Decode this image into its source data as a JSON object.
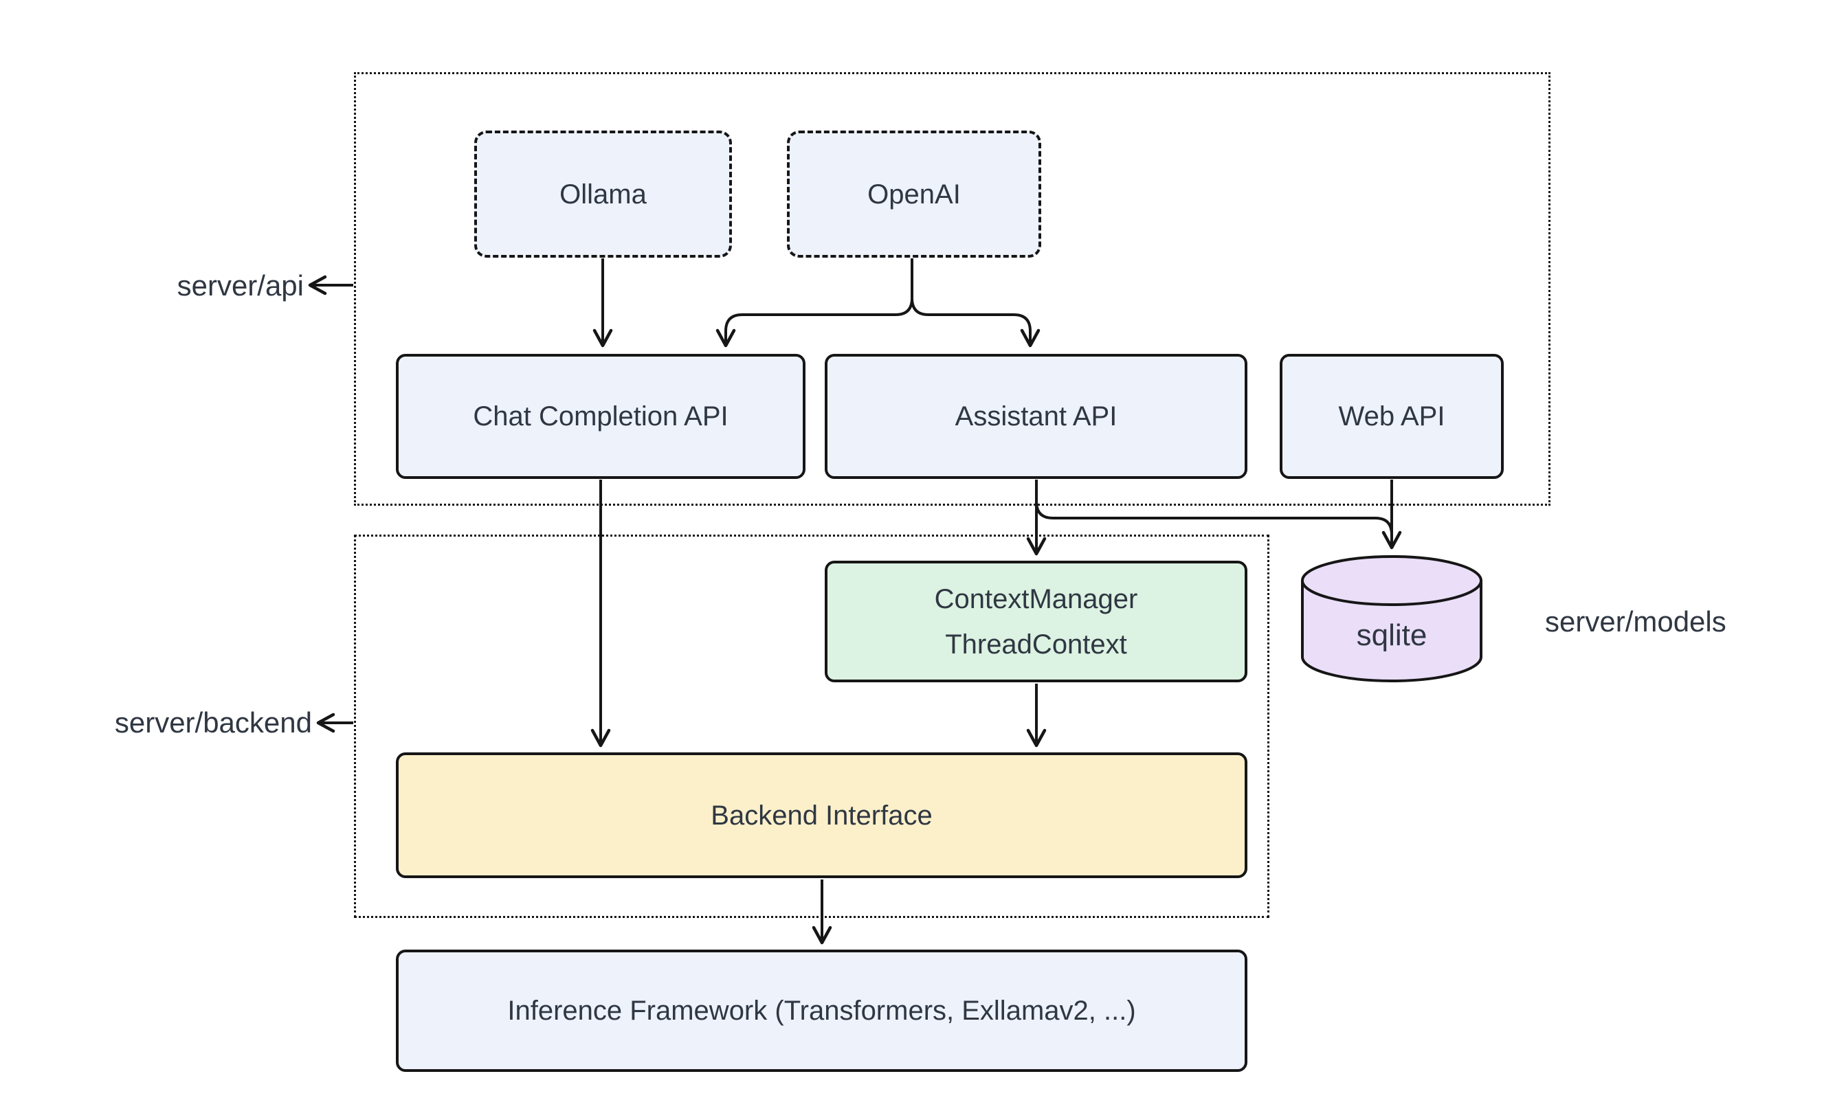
{
  "diagram": {
    "background_color": "#ffffff",
    "colors": {
      "node_fill_blue": "#edf2fb",
      "node_fill_green": "#dcf2e2",
      "node_fill_yellow": "#fbf0ca",
      "node_fill_purple": "#eadef8",
      "stroke": "#161616",
      "text": "#2f3742"
    },
    "containers": {
      "server_api": {
        "label": "server/api"
      },
      "server_backend": {
        "label": "server/backend"
      }
    },
    "side_labels": {
      "server_models": "server/models"
    },
    "nodes": {
      "ollama": {
        "label": "Ollama",
        "shape": "dashed-rect"
      },
      "openai": {
        "label": "OpenAI",
        "shape": "dashed-rect"
      },
      "chat_completion_api": {
        "label": "Chat Completion API",
        "shape": "rect"
      },
      "assistant_api": {
        "label": "Assistant API",
        "shape": "rect"
      },
      "web_api": {
        "label": "Web API",
        "shape": "rect"
      },
      "context_manager": {
        "label_line1": "ContextManager",
        "label_line2": "ThreadContext",
        "shape": "rect"
      },
      "sqlite": {
        "label": "sqlite",
        "shape": "cylinder"
      },
      "backend_interface": {
        "label": "Backend Interface",
        "shape": "rect"
      },
      "inference_framework": {
        "label": "Inference Framework (Transformers, Exllamav2, ...)",
        "shape": "rect"
      }
    },
    "edges": [
      {
        "from": "Ollama",
        "to": "Chat Completion API"
      },
      {
        "from": "OpenAI",
        "to": "Chat Completion API"
      },
      {
        "from": "OpenAI",
        "to": "Assistant API"
      },
      {
        "from": "Chat Completion API",
        "to": "Backend Interface"
      },
      {
        "from": "Assistant API",
        "to": "ContextManager ThreadContext"
      },
      {
        "from": "Assistant API",
        "to": "sqlite"
      },
      {
        "from": "Web API",
        "to": "sqlite"
      },
      {
        "from": "ContextManager ThreadContext",
        "to": "Backend Interface"
      },
      {
        "from": "Backend Interface",
        "to": "Inference Framework (Transformers, Exllamav2, ...)"
      },
      {
        "from": "server/api container",
        "to": "server/api label"
      },
      {
        "from": "server/backend container",
        "to": "server/backend label"
      }
    ]
  }
}
